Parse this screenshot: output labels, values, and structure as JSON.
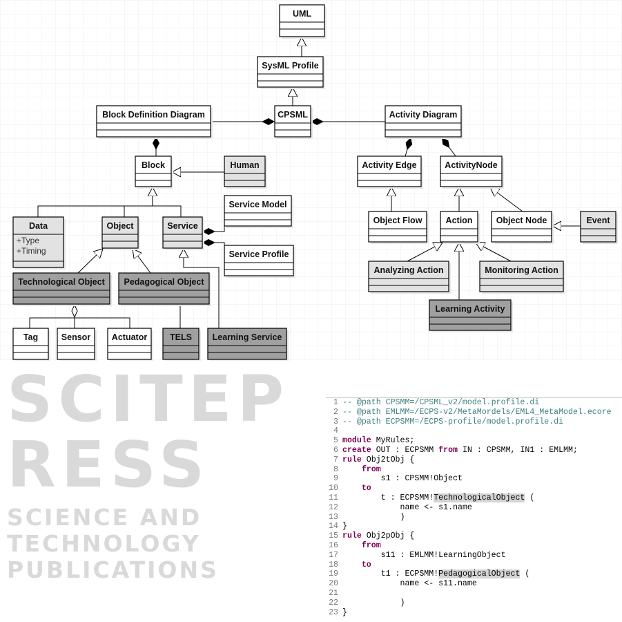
{
  "diagram": {
    "classes": {
      "uml": {
        "name": "UML"
      },
      "sysml": {
        "name": "SysML Profile"
      },
      "cpsml": {
        "name": "CPSML"
      },
      "bdd": {
        "name": "Block Definition Diagram"
      },
      "ad": {
        "name": "Activity Diagram"
      },
      "block": {
        "name": "Block"
      },
      "human": {
        "name": "Human"
      },
      "data": {
        "name": "Data",
        "attrs": [
          "+Type",
          "+Timing"
        ]
      },
      "object": {
        "name": "Object"
      },
      "service": {
        "name": "Service"
      },
      "servicemodel": {
        "name": "Service Model"
      },
      "serviceprofile": {
        "name": "Service Profile"
      },
      "techobj": {
        "name": "Technological Object"
      },
      "pedobj": {
        "name": "Pedagogical Object"
      },
      "tag": {
        "name": "Tag"
      },
      "sensor": {
        "name": "Sensor"
      },
      "actuator": {
        "name": "Actuator"
      },
      "tels": {
        "name": "TELS"
      },
      "learningservice": {
        "name": "Learning Service"
      },
      "activityedge": {
        "name": "Activity Edge"
      },
      "activitynode": {
        "name": "ActivityNode"
      },
      "objectflow": {
        "name": "Object Flow"
      },
      "action": {
        "name": "Action"
      },
      "objectnode": {
        "name": "Object Node"
      },
      "event": {
        "name": "Event"
      },
      "analyzing": {
        "name": "Analyzing Action"
      },
      "monitoring": {
        "name": "Monitoring Action"
      },
      "learningactivity": {
        "name": "Learning Activity"
      }
    },
    "colors": {
      "dark": "#a0a0a0",
      "light": "#e2e2e2",
      "white": "#ffffff"
    }
  },
  "watermark": {
    "line1": "SCITEPRESS",
    "line2": "SCIENCE AND TECHNOLOGY PUBLICATIONS"
  },
  "code": {
    "lines": [
      {
        "n": "1",
        "segs": [
          {
            "t": "-- @path CPSMM=/CPSML_v2/model.profile.di",
            "c": "c"
          }
        ]
      },
      {
        "n": "2",
        "segs": [
          {
            "t": "-- @path EMLMM=/ECPS-v2/MetaMordels/EML4_MetaModel.ecore",
            "c": "c"
          }
        ]
      },
      {
        "n": "3",
        "segs": [
          {
            "t": "-- @path ECPSMM=/ECPS-profile/model.profile.di",
            "c": "c"
          }
        ]
      },
      {
        "n": "4",
        "segs": []
      },
      {
        "n": "5",
        "segs": [
          {
            "t": "module",
            "c": "k"
          },
          {
            "t": " MyRules;",
            "c": "p"
          }
        ]
      },
      {
        "n": "6",
        "segs": [
          {
            "t": "create",
            "c": "k"
          },
          {
            "t": " OUT : ECPSMM ",
            "c": "p"
          },
          {
            "t": "from",
            "c": "k"
          },
          {
            "t": " IN : CPSMM, IN1 : EMLMM;",
            "c": "p"
          }
        ]
      },
      {
        "n": "7",
        "segs": [
          {
            "t": "rule",
            "c": "k"
          },
          {
            "t": " Obj2tObj {",
            "c": "p"
          }
        ]
      },
      {
        "n": "8",
        "segs": [
          {
            "t": "    ",
            "c": "p"
          },
          {
            "t": "from",
            "c": "k"
          }
        ]
      },
      {
        "n": "9",
        "segs": [
          {
            "t": "        s1 : CPSMM!Object",
            "c": "p"
          }
        ]
      },
      {
        "n": "10",
        "segs": [
          {
            "t": "    ",
            "c": "p"
          },
          {
            "t": "to",
            "c": "k"
          }
        ]
      },
      {
        "n": "11",
        "segs": [
          {
            "t": "        t : ECPSMM!",
            "c": "p"
          },
          {
            "t": "TechnologicalObject",
            "c": "h"
          },
          {
            "t": " (",
            "c": "p"
          }
        ]
      },
      {
        "n": "12",
        "segs": [
          {
            "t": "            name <- s1.name",
            "c": "p"
          }
        ]
      },
      {
        "n": "13",
        "segs": [
          {
            "t": "            )",
            "c": "p"
          }
        ]
      },
      {
        "n": "14",
        "segs": [
          {
            "t": "}",
            "c": "p"
          }
        ]
      },
      {
        "n": "15",
        "segs": [
          {
            "t": "rule",
            "c": "k"
          },
          {
            "t": " Obj2pObj {",
            "c": "p"
          }
        ]
      },
      {
        "n": "16",
        "segs": [
          {
            "t": "    ",
            "c": "p"
          },
          {
            "t": "from",
            "c": "k"
          }
        ]
      },
      {
        "n": "17",
        "segs": [
          {
            "t": "        s11 : EMLMM!LearningObject",
            "c": "p"
          }
        ]
      },
      {
        "n": "18",
        "segs": [
          {
            "t": "    ",
            "c": "p"
          },
          {
            "t": "to",
            "c": "k"
          }
        ]
      },
      {
        "n": "19",
        "segs": [
          {
            "t": "        t1 : ECPSMM!",
            "c": "p"
          },
          {
            "t": "PedagogicalObject",
            "c": "h"
          },
          {
            "t": " (",
            "c": "p"
          }
        ]
      },
      {
        "n": "20",
        "segs": [
          {
            "t": "            name <- s11.name",
            "c": "p"
          }
        ]
      },
      {
        "n": "21",
        "segs": []
      },
      {
        "n": "22",
        "segs": [
          {
            "t": "            )",
            "c": "p"
          }
        ]
      },
      {
        "n": "23",
        "segs": [
          {
            "t": "}",
            "c": "p"
          }
        ]
      }
    ]
  }
}
